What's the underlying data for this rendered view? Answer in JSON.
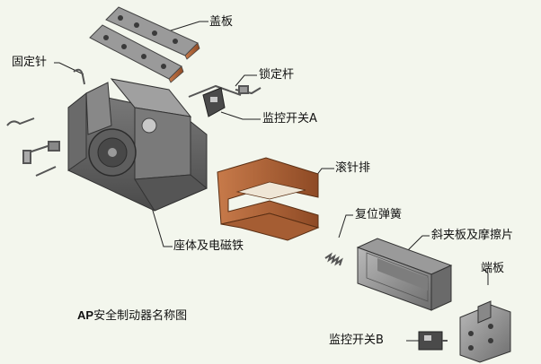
{
  "diagram": {
    "caption_prefix": "AP",
    "caption_text": "安全制动器名称图",
    "labels": {
      "cover_plate": "盖板",
      "fixing_pin": "固定针",
      "locking_rod": "锁定杆",
      "monitor_switch_a": "监控开关A",
      "needle_roller_row": "滚针排",
      "return_spring": "复位弹簧",
      "base_electromagnet": "座体及电磁铁",
      "wedge_friction": "斜夹板及摩擦片",
      "end_plate": "端板",
      "monitor_switch_b": "监控开关B"
    },
    "colors": {
      "background": "#f3f6ed",
      "metal": "#8c8c8c",
      "copper": "#b5673a"
    }
  }
}
